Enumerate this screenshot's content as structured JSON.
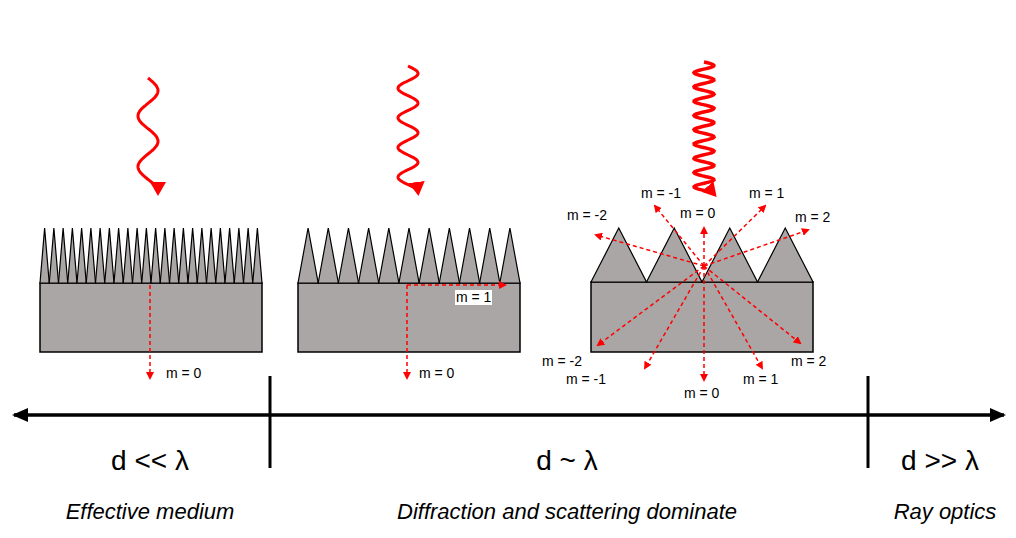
{
  "diagram": {
    "labels": [
      "m = 0",
      "m = 1",
      "m = 0",
      "m = -1",
      "m = 0",
      "m = 1",
      "m = -2",
      "m = 2",
      "m = -2",
      "m = -1",
      "m = 0",
      "m = 1",
      "m = 2",
      "d << λ",
      "d ~ λ",
      "d >> λ",
      "Effective medium",
      "Diffraction and scattering dominate",
      "Ray optics"
    ]
  }
}
